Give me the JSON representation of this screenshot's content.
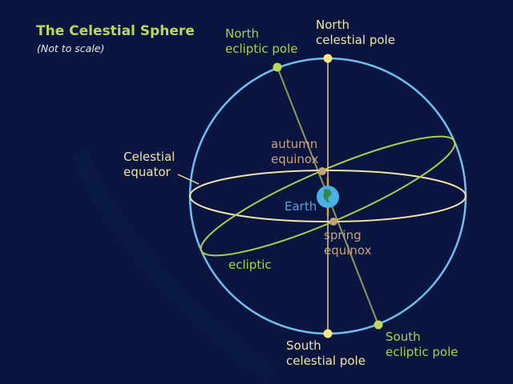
{
  "title": "The Celestial Sphere",
  "subtitle": "(Not to scale)",
  "labels": {
    "north_ecliptic_pole": [
      "North",
      "ecliptic pole"
    ],
    "north_celestial_pole": [
      "North",
      "celestial pole"
    ],
    "celestial_equator": [
      "Celestial",
      "equator"
    ],
    "autumn_equinox": [
      "autumn",
      "equinox"
    ],
    "earth": "Earth",
    "spring_equinox": [
      "spring",
      "equinox"
    ],
    "ecliptic": "ecliptic",
    "south_celestial_pole": [
      "South",
      "celestial pole"
    ],
    "south_ecliptic_pole": [
      "South",
      "ecliptic pole"
    ]
  },
  "colors": {
    "background": "#0b1640",
    "sphere": "#6fc0f0",
    "equator": "#f2e3a6",
    "ecliptic": "#a9d14a",
    "ecliptic_pole": "#b9d957",
    "celestial_pole": "#fbe58a",
    "equinox": "#c9a27a",
    "earth_label": "#4aa8e0",
    "axis": "#e8a020"
  }
}
